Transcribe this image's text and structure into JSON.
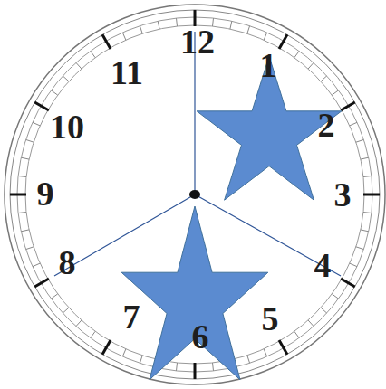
{
  "diagram": {
    "labels": [
      "12",
      "1",
      "2",
      "3",
      "4",
      "5",
      "6",
      "7",
      "8",
      "9",
      "10",
      "11"
    ]
  }
}
